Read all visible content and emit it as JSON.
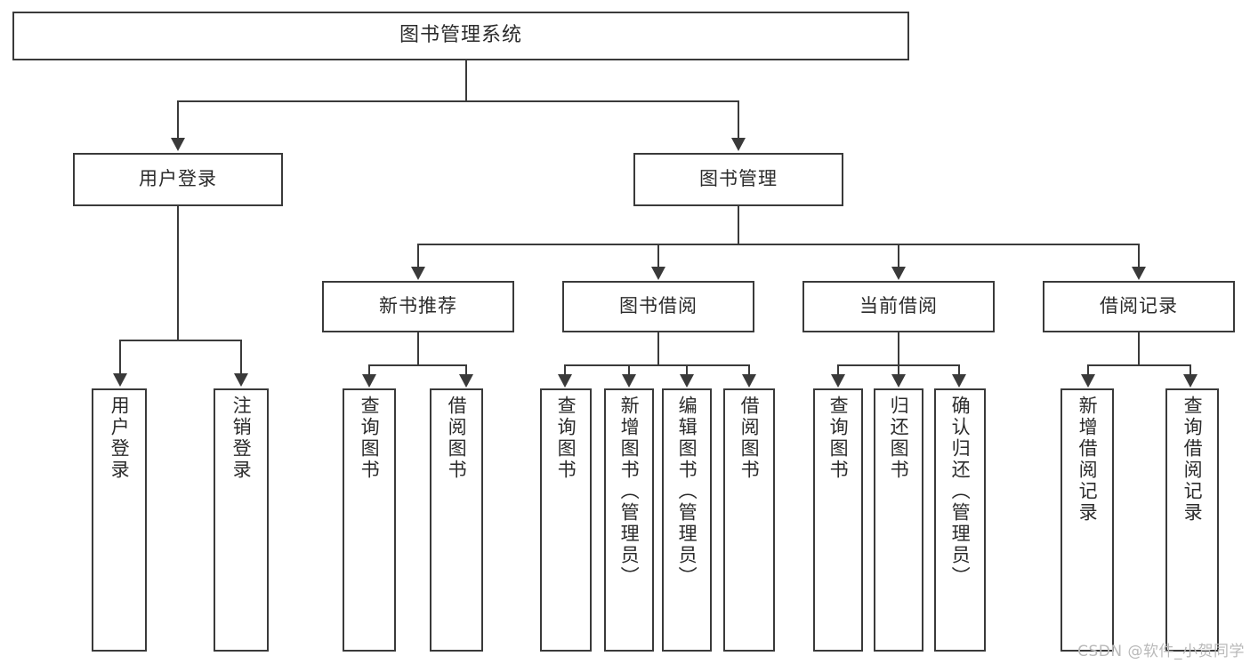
{
  "diagram": {
    "type": "tree-hierarchy",
    "title": "图书管理系统",
    "watermark": "CSDN @软件_小贺同学",
    "colors": {
      "background": "#ffffff",
      "stroke": "#3a3a3a",
      "node_fill": "#ffffff",
      "text": "#2b2b2b",
      "watermark": "#b9b9b9"
    },
    "levels": {
      "root": {
        "label": "图书管理系统"
      },
      "level2": [
        {
          "label": "用户登录"
        },
        {
          "label": "图书管理"
        }
      ],
      "level3": [
        {
          "label": "新书推荐"
        },
        {
          "label": "图书借阅"
        },
        {
          "label": "当前借阅"
        },
        {
          "label": "借阅记录"
        }
      ],
      "leaves": {
        "user_login": [
          {
            "label": "用户登录"
          },
          {
            "label": "注销登录"
          }
        ],
        "new_book": [
          {
            "label": "查询图书"
          },
          {
            "label": "借阅图书"
          }
        ],
        "book_borrow": [
          {
            "label": "查询图书"
          },
          {
            "label": "新增图书（管理员）"
          },
          {
            "label": "编辑图书（管理员）"
          },
          {
            "label": "借阅图书"
          }
        ],
        "current_borrow": [
          {
            "label": "查询图书"
          },
          {
            "label": "归还图书"
          },
          {
            "label": "确认归还（管理员）"
          }
        ],
        "borrow_record": [
          {
            "label": "新增借阅记录"
          },
          {
            "label": "查询借阅记录"
          }
        ]
      }
    }
  }
}
